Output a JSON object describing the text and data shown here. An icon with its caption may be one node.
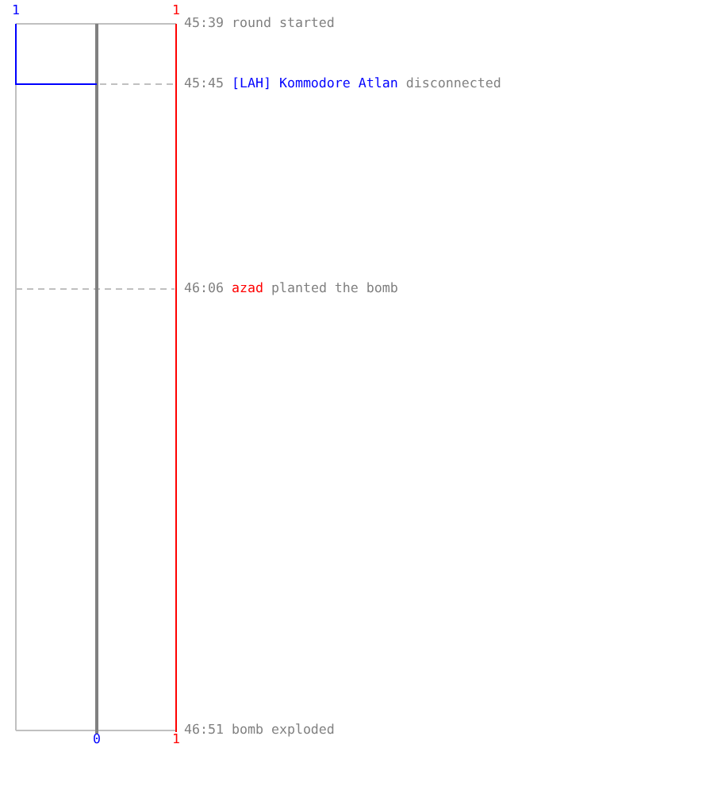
{
  "diagram": {
    "labels": [
      "1",
      "1",
      "45:39",
      "round started",
      "45:45",
      "[LAH] Kommodore Atlan",
      "disconnected",
      "46:06",
      "azad",
      "planted the bomb",
      "0",
      "1",
      "46:51",
      "bomb exploded"
    ]
  }
}
